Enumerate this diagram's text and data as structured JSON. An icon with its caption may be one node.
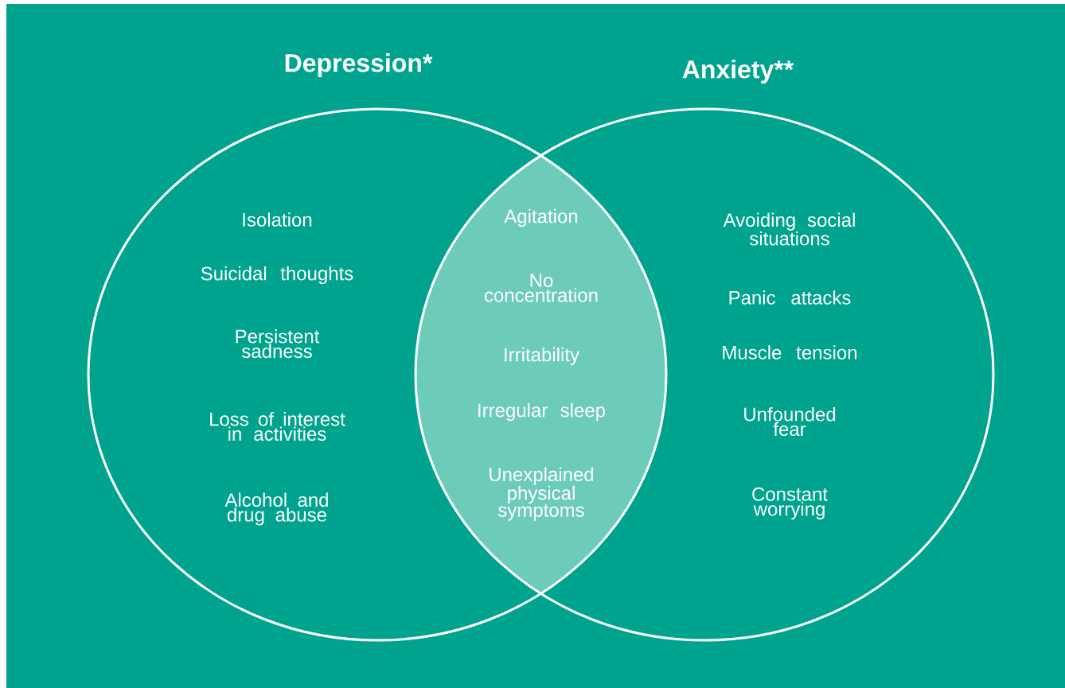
{
  "diagram": {
    "nodes": [
      {
        "text": [
          "Depression*",
          "Isolation",
          "Suicidal thoughts",
          "Persistent sadness",
          "Loss of interest in activities",
          "Alcohol and drug abuse"
        ]
      },
      {
        "text": [
          "Agitation",
          "No concentration",
          "Irritability",
          "Irregular sleep",
          "Unexplained physical symptoms"
        ]
      },
      {
        "text": [
          "Anxiety**",
          "Avoiding social situations",
          "Panic attacks",
          "Muscle tension",
          "Unfounded fear",
          "Constant worrying"
        ]
      }
    ]
  }
}
